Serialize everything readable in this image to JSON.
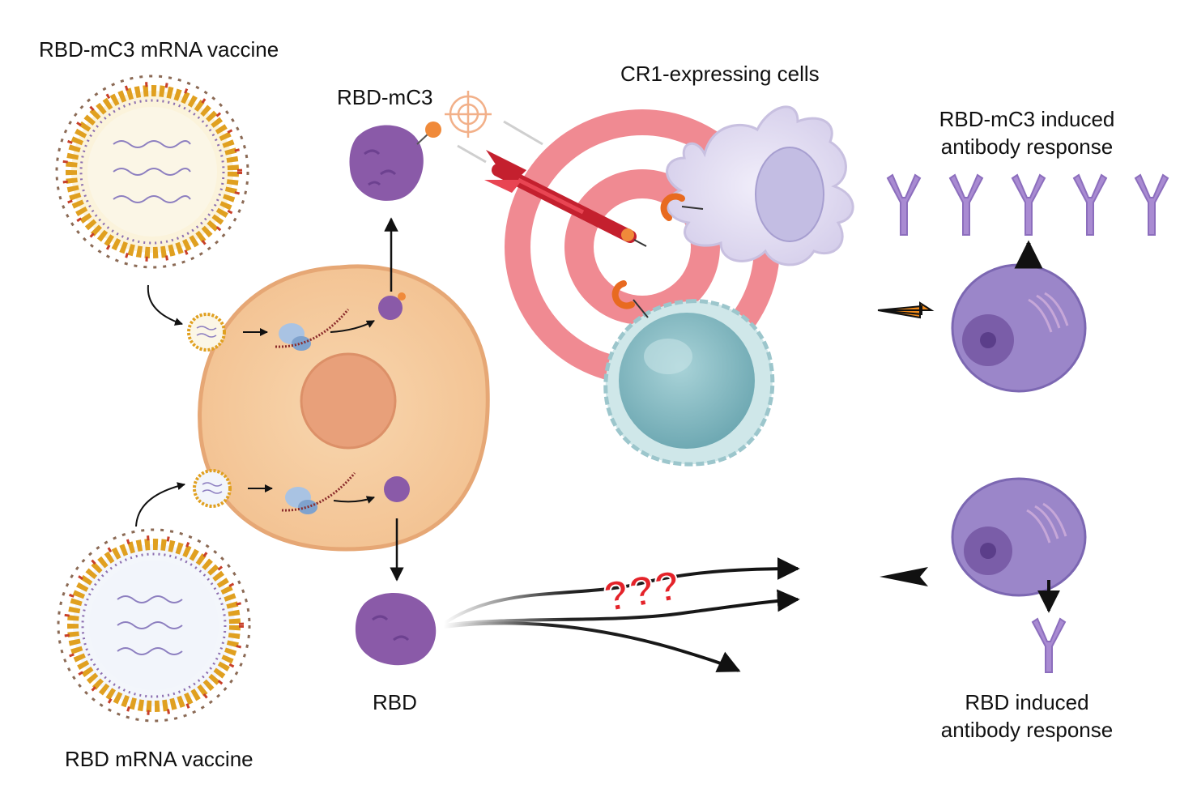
{
  "labels": {
    "mc3_vaccine": "RBD-mC3 mRNA vaccine",
    "rbd_vaccine": "RBD mRNA vaccine",
    "rbd_mc3": "RBD-mC3",
    "rbd": "RBD",
    "cr1_cells": "CR1-expressing cells",
    "response_top_line1": "RBD-mC3 induced",
    "response_top_line2": "antibody response",
    "response_bottom_line1": "RBD induced",
    "response_bottom_line2": "antibody response",
    "question_marks": "???"
  },
  "colors": {
    "host_cell": "#f6cfa3",
    "nucleus": "#e8a07a",
    "target_ring": "#f08a92",
    "protein": "#8a5aa8",
    "mc3_tag": "#f08a3a",
    "dendritic_cell": "#e6e2f4",
    "b_cell": "#b9dde0",
    "plasma_cell": "#9b86c9",
    "antibody": "#a98bd2",
    "arrow": "#111111",
    "question": "#e4232a"
  },
  "icons": {
    "lipid_nanoparticle": "lipid-nanoparticle-icon",
    "ribosome": "ribosome-icon",
    "dart": "dart-icon",
    "crosshair": "crosshair-icon",
    "antibody": "antibody-icon"
  }
}
